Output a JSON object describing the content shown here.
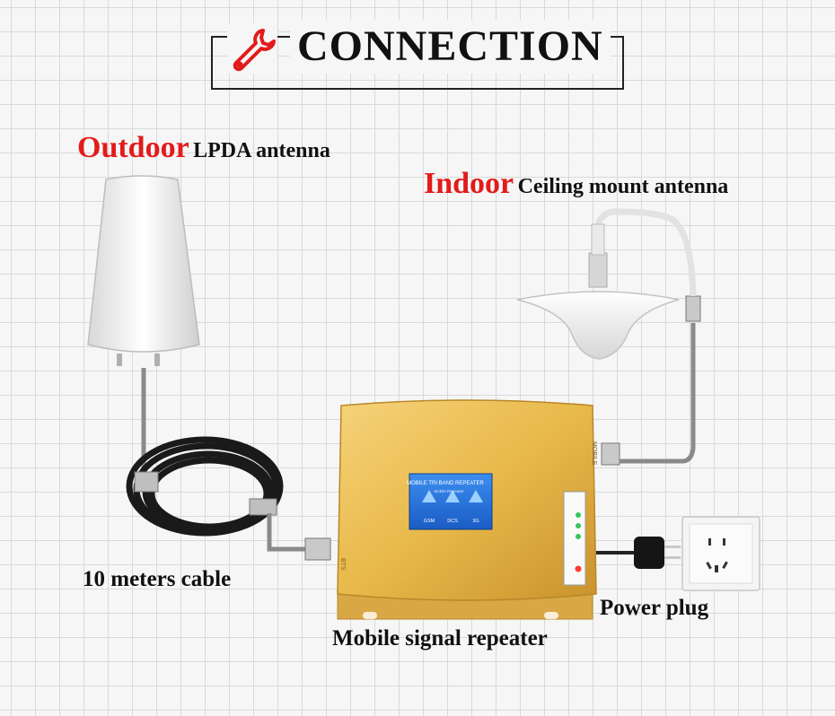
{
  "title": "CONNECTION",
  "outdoor": {
    "highlight": "Outdoor",
    "text": "LPDA antenna"
  },
  "indoor": {
    "highlight": "Indoor",
    "text": "Ceiling mount antenna"
  },
  "captions": {
    "cable": "10 meters cable",
    "repeater": "Mobile signal repeater",
    "plug": "Power plug"
  },
  "repeater_panel": {
    "header": "MOBILE TRI BAND REPEATER",
    "sub": "Mobile Repeater",
    "bands": [
      "GSM",
      "DCS",
      "3G"
    ],
    "side_left": "BTS",
    "side_right": "MOBILE"
  },
  "colors": {
    "accent": "#e31b1b",
    "gold": "#e8b94a",
    "panel": "#1f6fd1"
  }
}
